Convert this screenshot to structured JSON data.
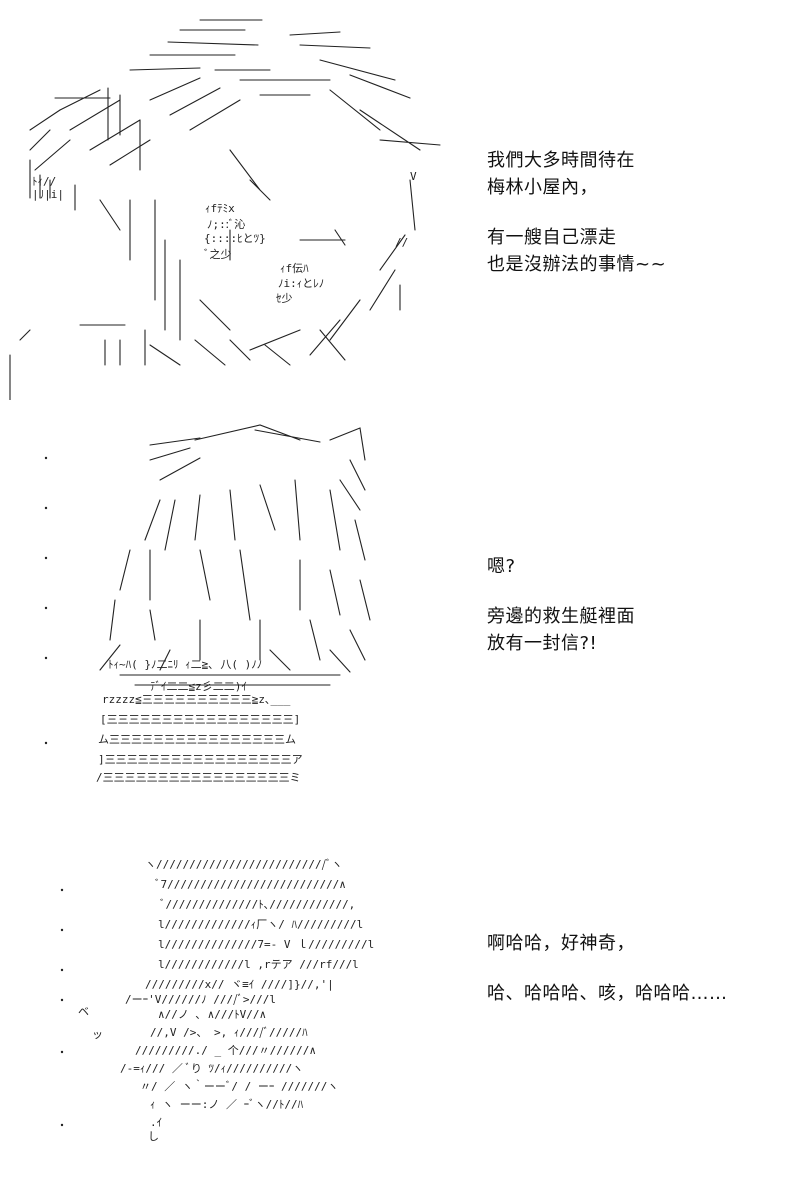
{
  "panels": [
    {
      "id": "panel-1",
      "art_subject": "girl-face-ascii-art",
      "caption_lines": [
        "我們大多時間待在",
        "梅林小屋內，",
        "",
        "有一艘自己漂走",
        "也是沒辦法的事情~~"
      ]
    },
    {
      "id": "panel-2",
      "art_subject": "hooded-figure-on-stacked-base-ascii-art",
      "caption_lines": [
        "嗯?",
        "",
        "旁邊的救生艇裡面",
        "放有一封信?!"
      ]
    },
    {
      "id": "panel-3",
      "art_subject": "laughing-face-ascii-art",
      "caption_lines": [
        "啊哈哈，好神奇，",
        "",
        "哈、哈哈哈、咳，哈哈哈……"
      ]
    }
  ]
}
